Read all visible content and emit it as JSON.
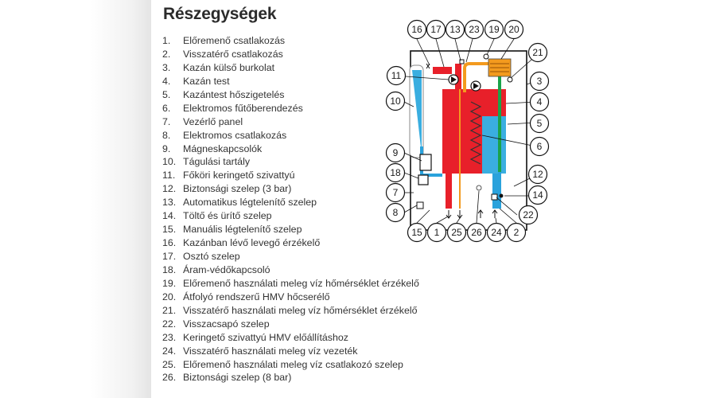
{
  "heading": "Részegységek",
  "parts": [
    {
      "num": "1.",
      "label": "Előremenő csatlakozás"
    },
    {
      "num": "2.",
      "label": "Visszatérő csatlakozás"
    },
    {
      "num": "3.",
      "label": "Kazán külső burkolat"
    },
    {
      "num": "4.",
      "label": "Kazán test"
    },
    {
      "num": "5.",
      "label": "Kazántest hőszigetelés"
    },
    {
      "num": "6.",
      "label": "Elektromos fűtőberendezés"
    },
    {
      "num": "7.",
      "label": "Vezérlő panel"
    },
    {
      "num": "8.",
      "label": "Elektromos csatlakozás"
    },
    {
      "num": "9.",
      "label": "Mágneskapcsolók"
    },
    {
      "num": "10.",
      "label": "Tágulási tartály"
    },
    {
      "num": "11.",
      "label": "Főköri keringető szivattyú"
    },
    {
      "num": "12.",
      "label": "Biztonsági szelep (3 bar)"
    },
    {
      "num": "13.",
      "label": "Automatikus légtelenítő szelep"
    },
    {
      "num": "14.",
      "label": "Töltő és ürítő szelep"
    },
    {
      "num": "15.",
      "label": "Manuális légtelenítő szelep"
    },
    {
      "num": "16.",
      "label": "Kazánban lévő levegő érzékelő"
    },
    {
      "num": "17.",
      "label": "Osztó szelep"
    },
    {
      "num": "18.",
      "label": "Áram-védőkapcsoló"
    },
    {
      "num": "19.",
      "label": "Előremenő használati meleg víz hőmérséklet érzékelő"
    },
    {
      "num": "20.",
      "label": "Átfolyó rendszerű HMV hőcserélő"
    },
    {
      "num": "21.",
      "label": "Visszatérő használati meleg víz hőmérséklet érzékelő"
    },
    {
      "num": "22.",
      "label": "Visszacsapó szelep"
    },
    {
      "num": "23.",
      "label": "Keringető szivattyú HMV előállításhoz"
    },
    {
      "num": "24.",
      "label": "Visszatérő használati meleg víz vezeték"
    },
    {
      "num": "25.",
      "label": "Előremenő használati meleg víz csatlakozó szelep"
    },
    {
      "num": "26.",
      "label": "Biztonsági szelep (8 bar)"
    }
  ],
  "callouts": {
    "c16": "16",
    "c17": "17",
    "c13": "13",
    "c23": "23",
    "c19": "19",
    "c20": "20",
    "c21": "21",
    "c11": "11",
    "c3": "3",
    "c10": "10",
    "c4": "4",
    "c5": "5",
    "c6": "6",
    "c9": "9",
    "c12": "12",
    "c18": "18",
    "c7": "7",
    "c14": "14",
    "c8": "8",
    "c22": "22",
    "c15": "15",
    "c1": "1",
    "c25": "25",
    "c26": "26",
    "c24": "24",
    "c2": "2"
  },
  "colors": {
    "hot": "#e8202a",
    "cold": "#2aa2dc",
    "tank_blue": "#3aaee0",
    "exchanger": "#f39a1e",
    "green_pipe": "#1aa34a",
    "frame": "#111111"
  }
}
